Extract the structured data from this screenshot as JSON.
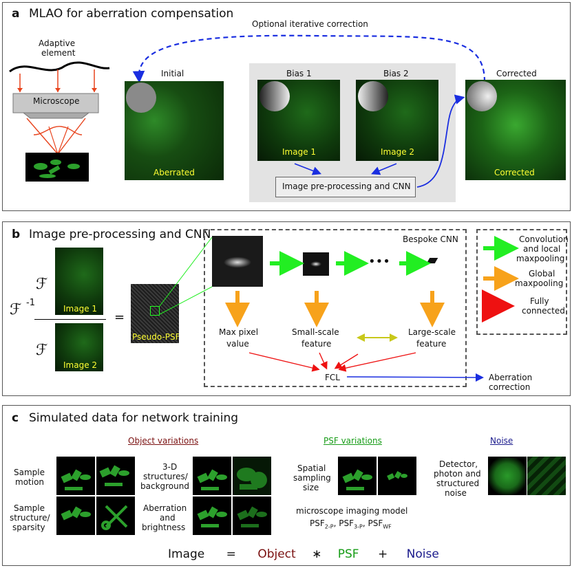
{
  "panel_a": {
    "label": "a",
    "title": "MLAO for aberration compensation",
    "iterative_label": "Optional iterative correction",
    "adaptive_label_line1": "Adaptive",
    "adaptive_label_line2": "element",
    "microscope_label": "Microscope",
    "initial_title": "Initial",
    "bias1_title": "Bias 1",
    "bias2_title": "Bias 2",
    "corrected_title": "Corrected",
    "aberrated_caption": "Aberrated",
    "image1_caption": "Image 1",
    "image2_caption": "Image 2",
    "corrected_caption": "Corrected",
    "cnn_box_label": "Image pre-processing and CNN"
  },
  "panel_b": {
    "label": "b",
    "title": "Image pre-processing and CNN",
    "fourier_symbol": "ℱ",
    "inverse_exp": "-1",
    "equals": "=",
    "image1_caption": "Image 1",
    "image2_caption": "Image 2",
    "psf_caption": "Pseudo-PSF",
    "bespoke_label": "Bespoke CNN",
    "ellipsis": "•••",
    "max_pixel_line1": "Max pixel",
    "max_pixel_line2": "value",
    "small_line1": "Small-scale",
    "small_line2": "feature",
    "large_line1": "Large-scale",
    "large_line2": "feature",
    "fcl": "FCL",
    "aberration_line1": "Aberration",
    "aberration_line2": "correction",
    "legend": [
      {
        "line1": "Convolution",
        "line2": "and local",
        "line3": "maxpooling",
        "color": "#22ee22"
      },
      {
        "line1": "Global",
        "line2": "maxpooling",
        "line3": "",
        "color": "#f7a21b"
      },
      {
        "line1": "Fully",
        "line2": "connected",
        "line3": "",
        "color": "#ee1111"
      }
    ]
  },
  "panel_c": {
    "label": "c",
    "title": "Simulated data for network training",
    "object_heading": "Object variations",
    "psf_heading": "PSF variations",
    "noise_heading": "Noise",
    "sample_motion_1": "Sample",
    "sample_motion_2": "motion",
    "structure_1": "3-D",
    "structure_2": "structures/",
    "structure_3": "background",
    "sparsity_1": "Sample",
    "sparsity_2": "structure/",
    "sparsity_3": "sparsity",
    "aberr_1": "Aberration",
    "aberr_2": "and",
    "aberr_3": "brightness",
    "spatial_1": "Spatial",
    "spatial_2": "sampling",
    "spatial_3": "size",
    "noise_1": "Detector,",
    "noise_2": "photon and",
    "noise_3": "structured",
    "noise_4": "noise",
    "model_label": "microscope imaging model",
    "psf_2p_main": "PSF",
    "psf_2p_sub": "2-P",
    "psf_3p_main": "PSF",
    "psf_3p_sub": "3-P",
    "psf_wf_main": "PSF",
    "psf_wf_sub": "WF",
    "sep": ",",
    "eq_image": "Image",
    "eq_equals": "=",
    "eq_object": "Object",
    "eq_conv": "∗",
    "eq_psf": "PSF",
    "eq_plus": "+",
    "eq_noise": "Noise"
  },
  "colors": {
    "object": "#7a1010",
    "psf": "#169c16",
    "noise": "#1a1a8c",
    "blue_arrow": "#1a2ee0",
    "yellow_text": "#ffff33",
    "gray_bg": "#e3e3e3"
  }
}
